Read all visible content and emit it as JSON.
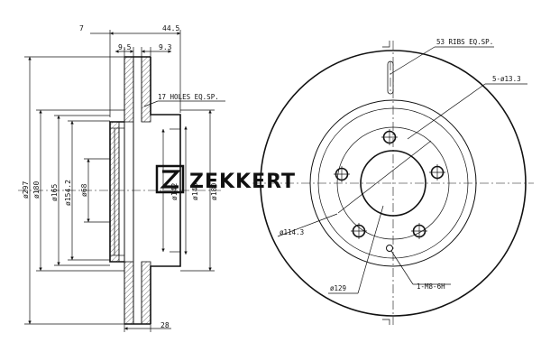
{
  "logo": {
    "text": "ZEKKERT",
    "icon": "zekkert-logo-icon"
  },
  "side_view": {
    "top_dims": [
      "7",
      "44.5",
      "9.5",
      "9.3"
    ],
    "bottom_dims": [
      "28"
    ],
    "diameters": [
      "ø297",
      "ø180",
      "ø165",
      "ø154.2",
      "ø68",
      "ø142",
      "ø146",
      "ø180"
    ],
    "note": "17 HOLES EQ.SP."
  },
  "front_view": {
    "notes": {
      "ribs": "53 RIBS EQ.SP.",
      "bolt_holes": "5-ø13.3",
      "pcd": "ø114.3",
      "hub": "ø129",
      "thread": "1-M8-6H"
    }
  }
}
